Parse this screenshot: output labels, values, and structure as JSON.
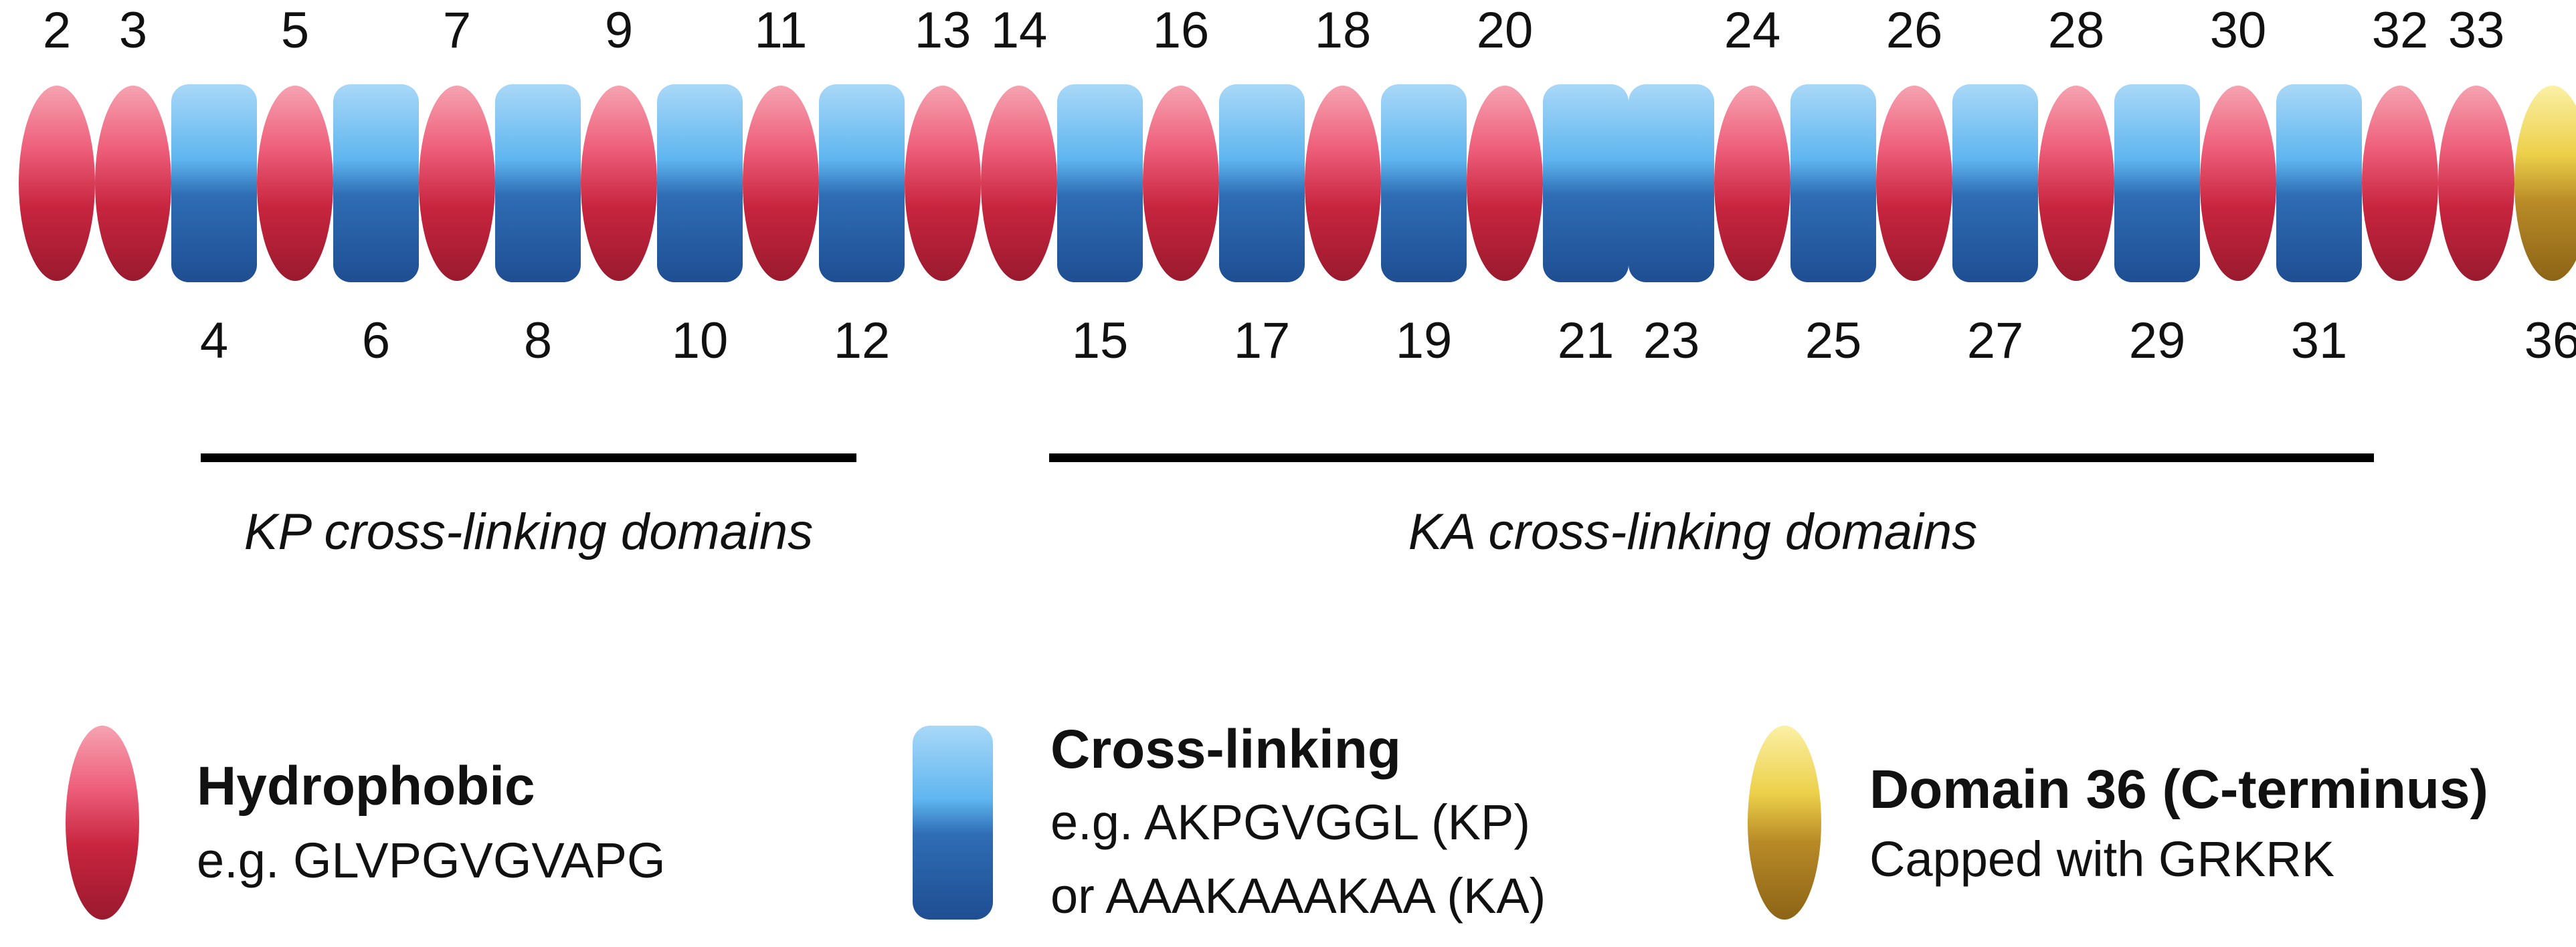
{
  "domains": [
    {
      "type": "hydrophobic",
      "label": "2",
      "label_pos": "top"
    },
    {
      "type": "hydrophobic",
      "label": "3",
      "label_pos": "top"
    },
    {
      "type": "crosslink",
      "label": "4",
      "label_pos": "bottom"
    },
    {
      "type": "hydrophobic",
      "label": "5",
      "label_pos": "top"
    },
    {
      "type": "crosslink",
      "label": "6",
      "label_pos": "bottom"
    },
    {
      "type": "hydrophobic",
      "label": "7",
      "label_pos": "top"
    },
    {
      "type": "crosslink",
      "label": "8",
      "label_pos": "bottom"
    },
    {
      "type": "hydrophobic",
      "label": "9",
      "label_pos": "top"
    },
    {
      "type": "crosslink",
      "label": "10",
      "label_pos": "bottom"
    },
    {
      "type": "hydrophobic",
      "label": "11",
      "label_pos": "top"
    },
    {
      "type": "crosslink",
      "label": "12",
      "label_pos": "bottom"
    },
    {
      "type": "hydrophobic",
      "label": "13",
      "label_pos": "top"
    },
    {
      "type": "hydrophobic",
      "label": "14",
      "label_pos": "top"
    },
    {
      "type": "crosslink",
      "label": "15",
      "label_pos": "bottom"
    },
    {
      "type": "hydrophobic",
      "label": "16",
      "label_pos": "top"
    },
    {
      "type": "crosslink",
      "label": "17",
      "label_pos": "bottom"
    },
    {
      "type": "hydrophobic",
      "label": "18",
      "label_pos": "top"
    },
    {
      "type": "crosslink",
      "label": "19",
      "label_pos": "bottom"
    },
    {
      "type": "hydrophobic",
      "label": "20",
      "label_pos": "top"
    },
    {
      "type": "crosslink",
      "label": "21",
      "label_pos": "bottom"
    },
    {
      "type": "crosslink",
      "label": "23",
      "label_pos": "bottom"
    },
    {
      "type": "hydrophobic",
      "label": "24",
      "label_pos": "top"
    },
    {
      "type": "crosslink",
      "label": "25",
      "label_pos": "bottom"
    },
    {
      "type": "hydrophobic",
      "label": "26",
      "label_pos": "top"
    },
    {
      "type": "crosslink",
      "label": "27",
      "label_pos": "bottom"
    },
    {
      "type": "hydrophobic",
      "label": "28",
      "label_pos": "top"
    },
    {
      "type": "crosslink",
      "label": "29",
      "label_pos": "bottom"
    },
    {
      "type": "hydrophobic",
      "label": "30",
      "label_pos": "top"
    },
    {
      "type": "crosslink",
      "label": "31",
      "label_pos": "bottom"
    },
    {
      "type": "hydrophobic",
      "label": "32",
      "label_pos": "top"
    },
    {
      "type": "hydrophobic",
      "label": "33",
      "label_pos": "top"
    },
    {
      "type": "cterminus",
      "label": "36",
      "label_pos": "bottom"
    }
  ],
  "regions": [
    {
      "label": "KP cross-linking domains"
    },
    {
      "label": "KA cross-linking domains"
    }
  ],
  "legend": {
    "hydrophobic": {
      "title": "Hydrophobic",
      "line1": "e.g. GLVPGVGVAPG",
      "color": "#d8324f"
    },
    "crosslink": {
      "title": "Cross-linking",
      "line1": "e.g. AKPGVGGL (KP)",
      "line2": "or AAAKAAAKAA (KA)",
      "color": "#3a86d8"
    },
    "cterminus": {
      "title": "Domain 36 (C-terminus)",
      "line1": "Capped with GRKRK",
      "color": "#d6b43a"
    }
  }
}
